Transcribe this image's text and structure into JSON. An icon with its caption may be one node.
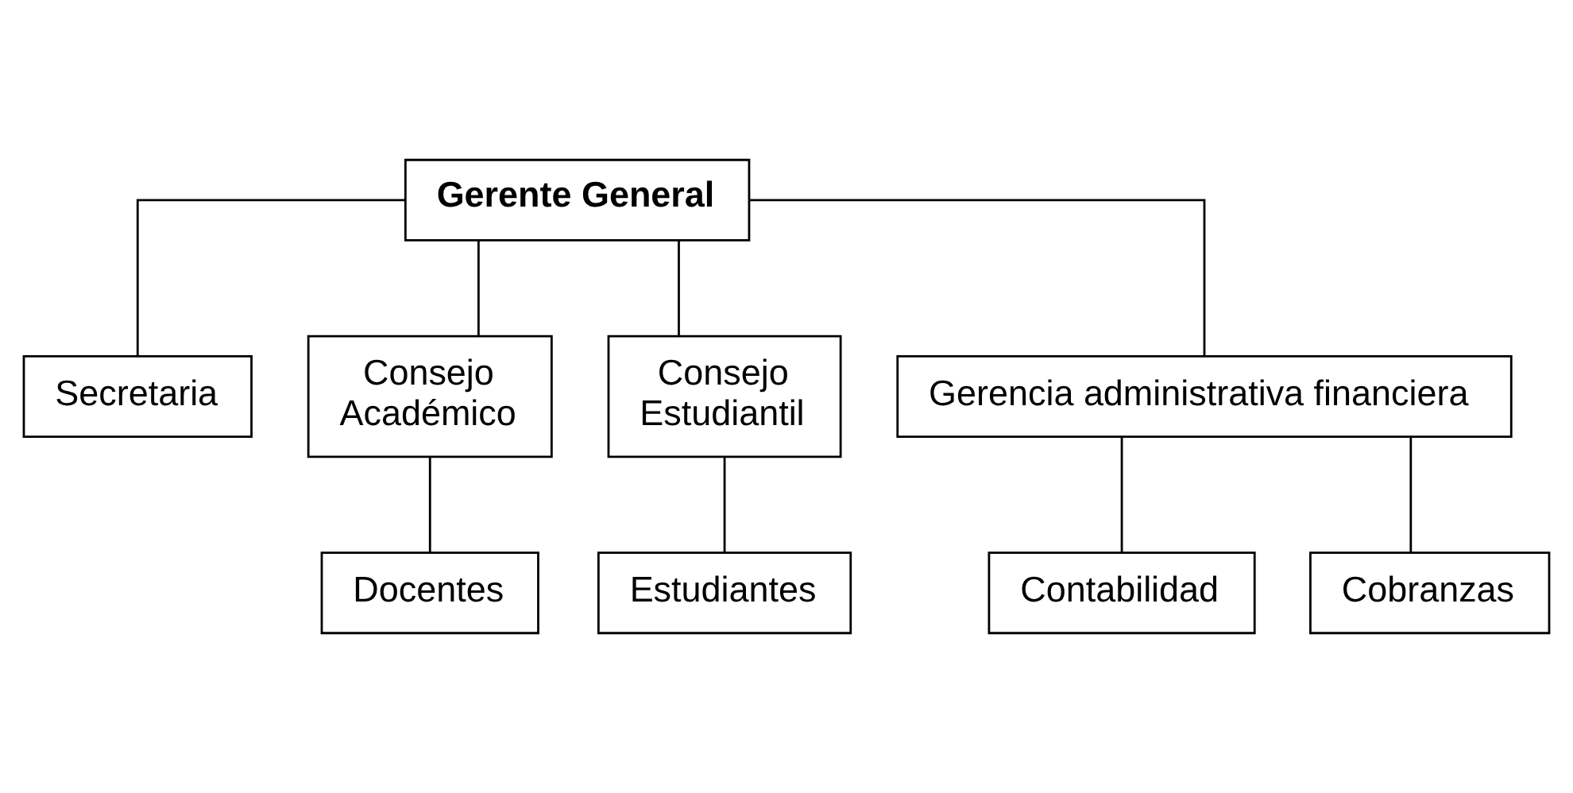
{
  "diagram": {
    "nodes": [
      {
        "text": [
          "Gerente General"
        ]
      },
      {
        "text": [
          "Secretaria"
        ]
      },
      {
        "text": [
          "Consejo Académico"
        ]
      },
      {
        "text": [
          "Consejo Estudiantil"
        ]
      },
      {
        "text": [
          "Gerencia administrativa financiera"
        ]
      },
      {
        "text": [
          "Contabilidad"
        ]
      },
      {
        "text": [
          "Cobranzas"
        ]
      },
      {
        "text": [
          "Docentes"
        ]
      },
      {
        "text": [
          "Estudiantes"
        ]
      }
    ],
    "edges": [
      {
        "from": 0,
        "to": 1,
        "arrow": "none"
      },
      {
        "from": 0,
        "to": 2,
        "arrow": "none"
      },
      {
        "from": 0,
        "to": 3,
        "arrow": "none"
      },
      {
        "from": 0,
        "to": 4,
        "arrow": "none"
      },
      {
        "from": 2,
        "to": 7,
        "arrow": "none"
      },
      {
        "from": 3,
        "to": 8,
        "arrow": "none"
      },
      {
        "from": 4,
        "to": 5,
        "arrow": "none"
      },
      {
        "from": 4,
        "to": 6,
        "arrow": "none"
      }
    ]
  }
}
